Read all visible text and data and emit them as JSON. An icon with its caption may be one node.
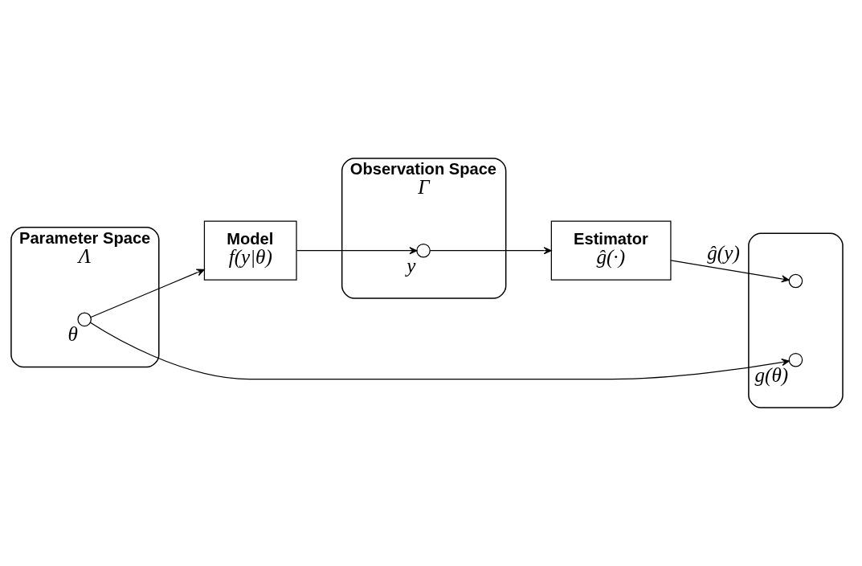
{
  "diagram": {
    "nodes": [
      {
        "text": [
          "Parameter Space",
          "Λ"
        ]
      },
      {
        "text": [],
        "shape": "circle",
        "in": 0,
        "beside": [
          "θ"
        ]
      },
      {
        "text": [
          "Model",
          "f(y|θ)"
        ]
      },
      {
        "text": [
          "Observation Space",
          "Γ"
        ]
      },
      {
        "text": [],
        "shape": "circle",
        "in": 3,
        "beside": [
          "y"
        ]
      },
      {
        "text": [
          "Estimator",
          "ĝ(·)"
        ]
      },
      {
        "text": [],
        "shape": "cloud"
      },
      {
        "text": [],
        "shape": "circle",
        "in": 6
      },
      {
        "text": [],
        "shape": "circle",
        "in": 6,
        "beside": [
          "g(θ)"
        ]
      }
    ],
    "edges": [
      {
        "from": 1,
        "to": 2,
        "arrow": "to"
      },
      {
        "from": 2,
        "to": 4,
        "arrow": "to"
      },
      {
        "from": 4,
        "to": 5,
        "arrow": "to"
      },
      {
        "from": 5,
        "to": 7,
        "arrow": "to",
        "label": "ĝ(y)"
      },
      {
        "from": 1,
        "to": 8,
        "arrow": "to"
      }
    ]
  }
}
